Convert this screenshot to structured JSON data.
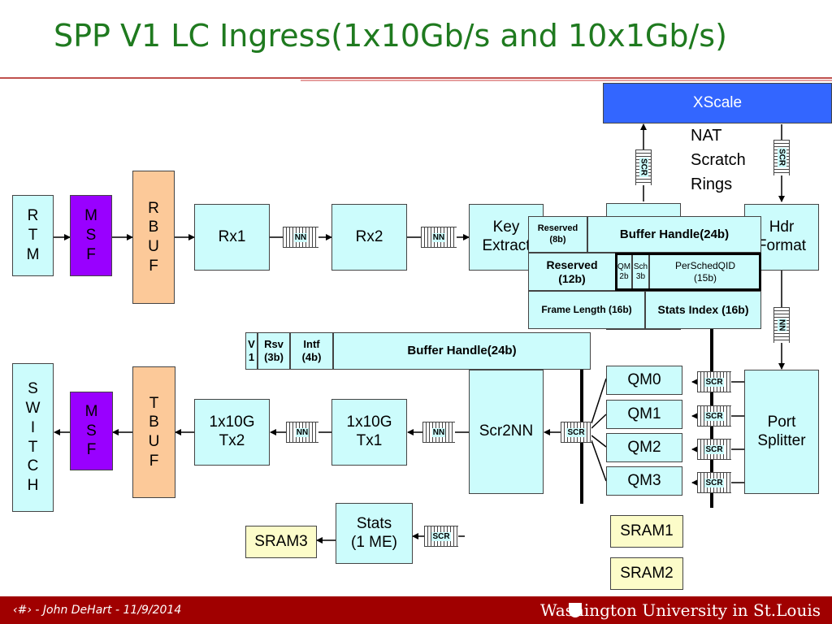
{
  "title": "SPP V1 LC Ingress(1x10Gb/s and 10x1Gb/s)",
  "blocks": {
    "rtm": "R\nT\nM",
    "msf_top": "M\nS\nF",
    "rbuf": "R\nB\nU\nF",
    "rx1": "Rx1",
    "rx2": "Rx2",
    "key_extract": "Key\nExtract",
    "hdr_format": "Hdr\nFormat",
    "xscale": "XScale",
    "switch": "S\nW\nI\nT\nC\nH",
    "msf_bottom": "M\nS\nF",
    "tbuf": "T\nB\nU\nF",
    "tx2": "1x10G\nTx2",
    "tx1": "1x10G\nTx1",
    "scr2nn": "Scr2NN",
    "qm0": "QM0",
    "qm1": "QM1",
    "qm2": "QM2",
    "qm3": "QM3",
    "port_splitter": "Port\nSplitter",
    "stats": "Stats\n(1 ME)",
    "sram1": "SRAM1",
    "sram2": "SRAM2",
    "sram3": "SRAM3"
  },
  "rings_label": "NAT\nScratch\nRings",
  "ring_labels": {
    "nn": "NN",
    "scr": "SCR"
  },
  "format_top": {
    "reserved8": "Reserved\n(8b)",
    "buffer_handle": "Buffer Handle(24b)",
    "reserved12": "Reserved\n(12b)",
    "qm": "QM\n2b",
    "sch": "Sch\n3b",
    "persched": "PerSchedQID\n(15b)",
    "frame_length": "Frame Length (16b)",
    "stats_index": "Stats Index (16b)"
  },
  "format_bottom": {
    "v": "V\n1",
    "rsv": "Rsv\n(3b)",
    "intf": "Intf\n(4b)",
    "buffer_handle": "Buffer Handle(24b)"
  },
  "footer": {
    "left": "‹#› - John DeHart - 11/9/2014",
    "right": "Washington University in St.Louis"
  },
  "colors": {
    "title": "#1f7a1f",
    "cyan": "#ccfcfc",
    "purple": "#9900ff",
    "orange": "#fcc999",
    "yellow": "#fcfcc9",
    "xscale": "#3366ff",
    "footer": "#a00000"
  }
}
